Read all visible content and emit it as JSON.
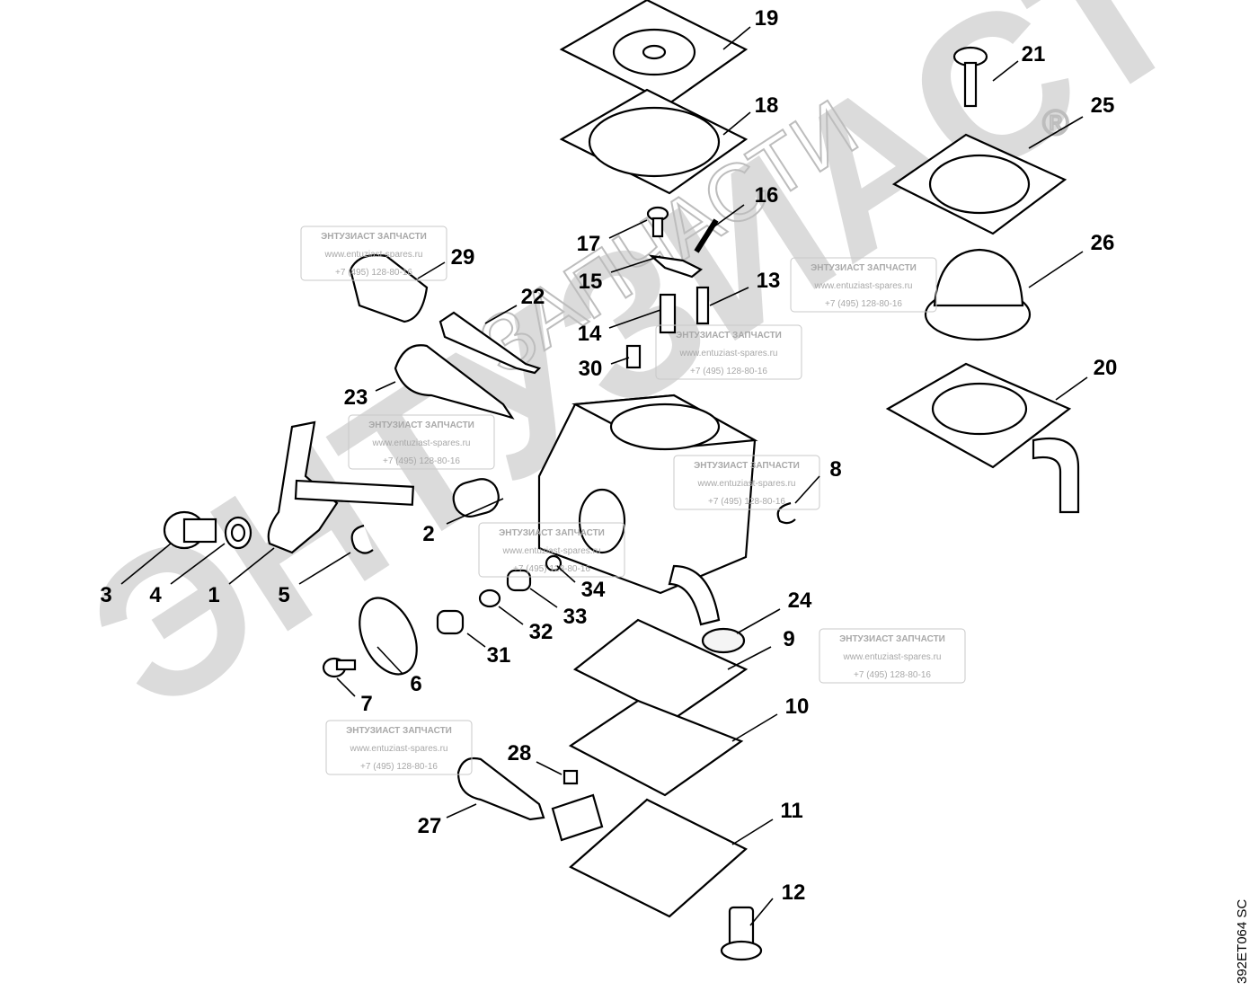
{
  "diagram": {
    "drawing_code": "392ET064 SC",
    "callouts": [
      "19",
      "18",
      "21",
      "25",
      "16",
      "17",
      "15",
      "13",
      "14",
      "30",
      "29",
      "22",
      "23",
      "26",
      "20",
      "8",
      "2",
      "3",
      "4",
      "1",
      "5",
      "34",
      "33",
      "32",
      "31",
      "24",
      "9",
      "6",
      "7",
      "10",
      "28",
      "27",
      "11",
      "12"
    ],
    "watermark": {
      "big_text": "ЭНТУЗИАСТ",
      "outline_text": "ЗАПЧАСТИ",
      "registered": "®",
      "stamp_title": "ЭНТУЗИАСТ ЗАПЧАСТИ",
      "stamp_url": "www.entuziast-spares.ru",
      "stamp_phone": "+7 (495) 128-80-16"
    }
  }
}
